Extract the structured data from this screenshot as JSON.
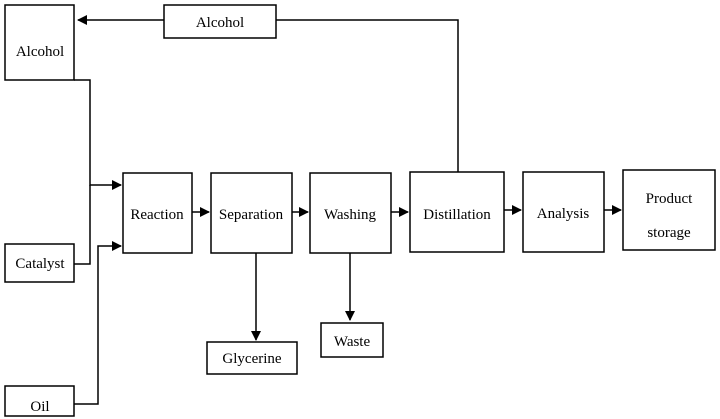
{
  "diagram": {
    "type": "process-flow",
    "nodes": {
      "alcohol_recycle": "Alcohol",
      "alcohol_input": "Alcohol",
      "catalyst": "Catalyst",
      "oil": "Oil",
      "reaction": "Reaction",
      "separation": "Separation",
      "washing": "Washing",
      "distillation": "Distillation",
      "analysis": "Analysis",
      "product_storage_line1": "Product",
      "product_storage_line2": "storage",
      "glycerine": "Glycerine",
      "waste": "Waste"
    },
    "edges": [
      {
        "from": "alcohol_input",
        "to": "reaction"
      },
      {
        "from": "catalyst",
        "to": "reaction"
      },
      {
        "from": "oil",
        "to": "reaction"
      },
      {
        "from": "reaction",
        "to": "separation"
      },
      {
        "from": "separation",
        "to": "washing"
      },
      {
        "from": "washing",
        "to": "distillation"
      },
      {
        "from": "distillation",
        "to": "analysis"
      },
      {
        "from": "analysis",
        "to": "product_storage"
      },
      {
        "from": "separation",
        "to": "glycerine"
      },
      {
        "from": "washing",
        "to": "waste"
      },
      {
        "from": "distillation",
        "to": "alcohol_recycle"
      },
      {
        "from": "alcohol_recycle",
        "to": "alcohol_input"
      }
    ]
  }
}
